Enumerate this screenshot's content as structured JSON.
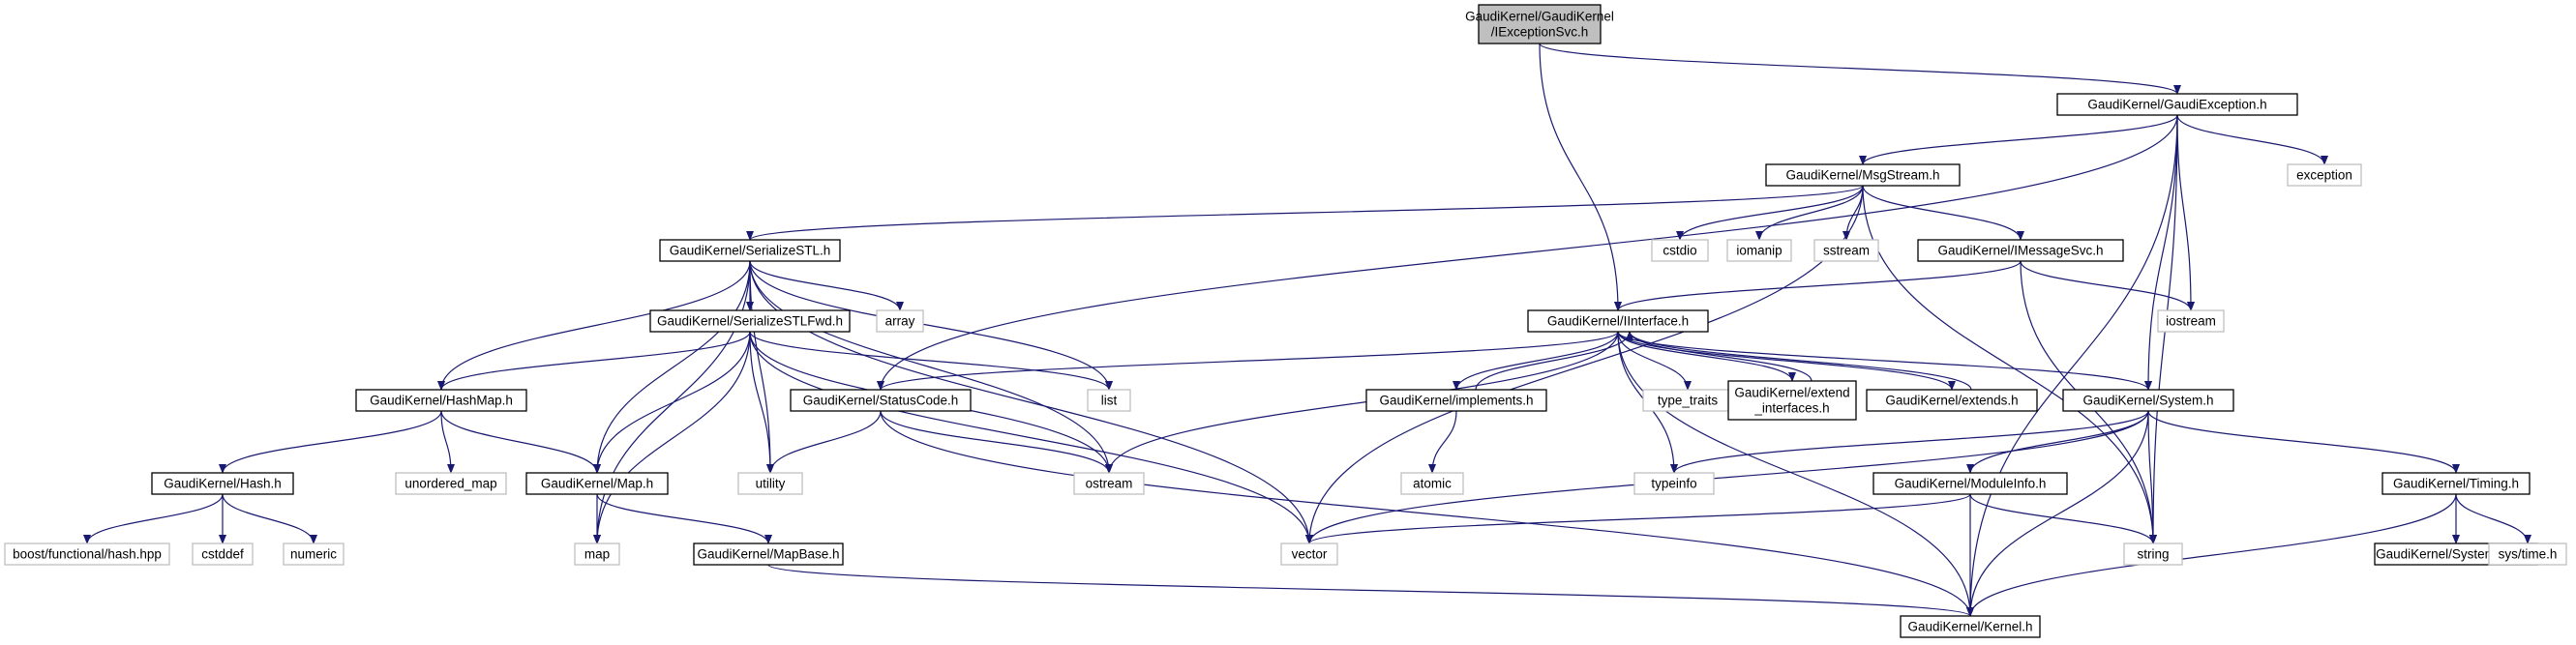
{
  "graph": {
    "title": "",
    "edge_color": "#191970",
    "root_fill": "#bfbfbf",
    "nodes": [
      {
        "id": "root",
        "lines": [
          "GaudiKernel/GaudiKernel",
          "/IExceptionSvc.h"
        ],
        "kind": "root"
      },
      {
        "id": "gexc",
        "lines": [
          "GaudiKernel/GaudiException.h"
        ],
        "kind": "doc"
      },
      {
        "id": "iint",
        "lines": [
          "GaudiKernel/IInterface.h"
        ],
        "kind": "doc"
      },
      {
        "id": "msgs",
        "lines": [
          "GaudiKernel/MsgStream.h"
        ],
        "kind": "doc"
      },
      {
        "id": "exception",
        "lines": [
          "exception"
        ],
        "kind": "sys"
      },
      {
        "id": "ser",
        "lines": [
          "GaudiKernel/SerializeSTL.h"
        ],
        "kind": "doc"
      },
      {
        "id": "cstdio",
        "lines": [
          "cstdio"
        ],
        "kind": "sys"
      },
      {
        "id": "iomanip",
        "lines": [
          "iomanip"
        ],
        "kind": "sys"
      },
      {
        "id": "sstream",
        "lines": [
          "sstream"
        ],
        "kind": "sys"
      },
      {
        "id": "imsg",
        "lines": [
          "GaudiKernel/IMessageSvc.h"
        ],
        "kind": "doc"
      },
      {
        "id": "iostream",
        "lines": [
          "iostream"
        ],
        "kind": "sys"
      },
      {
        "id": "array",
        "lines": [
          "array"
        ],
        "kind": "sys"
      },
      {
        "id": "serfwd",
        "lines": [
          "GaudiKernel/SerializeSTLFwd.h"
        ],
        "kind": "doc"
      },
      {
        "id": "list",
        "lines": [
          "list"
        ],
        "kind": "sys"
      },
      {
        "id": "hashmap",
        "lines": [
          "GaudiKernel/HashMap.h"
        ],
        "kind": "doc"
      },
      {
        "id": "status",
        "lines": [
          "GaudiKernel/StatusCode.h"
        ],
        "kind": "doc"
      },
      {
        "id": "impl",
        "lines": [
          "GaudiKernel/implements.h"
        ],
        "kind": "doc"
      },
      {
        "id": "typetraits",
        "lines": [
          "type_traits"
        ],
        "kind": "sys"
      },
      {
        "id": "extif",
        "lines": [
          "GaudiKernel/extend",
          "_interfaces.h"
        ],
        "kind": "doc"
      },
      {
        "id": "extends",
        "lines": [
          "GaudiKernel/extends.h"
        ],
        "kind": "doc"
      },
      {
        "id": "system",
        "lines": [
          "GaudiKernel/System.h"
        ],
        "kind": "doc"
      },
      {
        "id": "hash",
        "lines": [
          "GaudiKernel/Hash.h"
        ],
        "kind": "doc"
      },
      {
        "id": "umap",
        "lines": [
          "unordered_map"
        ],
        "kind": "sys"
      },
      {
        "id": "mapH",
        "lines": [
          "GaudiKernel/Map.h"
        ],
        "kind": "doc"
      },
      {
        "id": "utility",
        "lines": [
          "utility"
        ],
        "kind": "sys"
      },
      {
        "id": "ostream",
        "lines": [
          "ostream"
        ],
        "kind": "sys"
      },
      {
        "id": "atomic",
        "lines": [
          "atomic"
        ],
        "kind": "sys"
      },
      {
        "id": "typeinfo",
        "lines": [
          "typeinfo"
        ],
        "kind": "sys"
      },
      {
        "id": "modinfo",
        "lines": [
          "GaudiKernel/ModuleInfo.h"
        ],
        "kind": "doc"
      },
      {
        "id": "timing",
        "lines": [
          "GaudiKernel/Timing.h"
        ],
        "kind": "doc"
      },
      {
        "id": "boosthash",
        "lines": [
          "boost/functional/hash.hpp"
        ],
        "kind": "sys"
      },
      {
        "id": "cstddef",
        "lines": [
          "cstddef"
        ],
        "kind": "sys"
      },
      {
        "id": "numeric",
        "lines": [
          "numeric"
        ],
        "kind": "sys"
      },
      {
        "id": "map",
        "lines": [
          "map"
        ],
        "kind": "sys"
      },
      {
        "id": "mapbase",
        "lines": [
          "GaudiKernel/MapBase.h"
        ],
        "kind": "doc"
      },
      {
        "id": "vector",
        "lines": [
          "vector"
        ],
        "kind": "sys"
      },
      {
        "id": "string",
        "lines": [
          "string"
        ],
        "kind": "sys"
      },
      {
        "id": "sysbase",
        "lines": [
          "GaudiKernel/SystemBase.h"
        ],
        "kind": "doc"
      },
      {
        "id": "systime",
        "lines": [
          "sys/time.h"
        ],
        "kind": "sys"
      },
      {
        "id": "kernel",
        "lines": [
          "GaudiKernel/Kernel.h"
        ],
        "kind": "doc"
      }
    ],
    "edges": [
      [
        "root",
        "gexc"
      ],
      [
        "root",
        "iint"
      ],
      [
        "gexc",
        "msgs"
      ],
      [
        "gexc",
        "exception"
      ],
      [
        "gexc",
        "iostream"
      ],
      [
        "gexc",
        "string"
      ],
      [
        "gexc",
        "status"
      ],
      [
        "gexc",
        "system"
      ],
      [
        "gexc",
        "kernel"
      ],
      [
        "msgs",
        "ser"
      ],
      [
        "msgs",
        "cstdio"
      ],
      [
        "msgs",
        "iomanip"
      ],
      [
        "msgs",
        "sstream"
      ],
      [
        "msgs",
        "imsg"
      ],
      [
        "msgs",
        "vector"
      ],
      [
        "msgs",
        "string"
      ],
      [
        "ser",
        "array"
      ],
      [
        "ser",
        "serfwd"
      ],
      [
        "ser",
        "list"
      ],
      [
        "ser",
        "hashmap"
      ],
      [
        "ser",
        "mapH"
      ],
      [
        "ser",
        "map"
      ],
      [
        "ser",
        "utility"
      ],
      [
        "ser",
        "ostream"
      ],
      [
        "ser",
        "vector"
      ],
      [
        "serfwd",
        "list"
      ],
      [
        "serfwd",
        "hashmap"
      ],
      [
        "serfwd",
        "mapH"
      ],
      [
        "serfwd",
        "map"
      ],
      [
        "serfwd",
        "utility"
      ],
      [
        "serfwd",
        "ostream"
      ],
      [
        "serfwd",
        "vector"
      ],
      [
        "imsg",
        "iint"
      ],
      [
        "imsg",
        "iostream"
      ],
      [
        "imsg",
        "string"
      ],
      [
        "iint",
        "status"
      ],
      [
        "iint",
        "impl"
      ],
      [
        "iint",
        "typetraits"
      ],
      [
        "iint",
        "extif"
      ],
      [
        "iint",
        "extends"
      ],
      [
        "iint",
        "system"
      ],
      [
        "iint",
        "ostream"
      ],
      [
        "iint",
        "typeinfo"
      ],
      [
        "iint",
        "kernel"
      ],
      [
        "impl",
        "iint"
      ],
      [
        "impl",
        "atomic"
      ],
      [
        "extif",
        "iint"
      ],
      [
        "extends",
        "iint"
      ],
      [
        "hashmap",
        "hash"
      ],
      [
        "hashmap",
        "umap"
      ],
      [
        "hashmap",
        "mapH"
      ],
      [
        "hash",
        "boosthash"
      ],
      [
        "hash",
        "cstddef"
      ],
      [
        "hash",
        "numeric"
      ],
      [
        "mapH",
        "map"
      ],
      [
        "mapH",
        "mapbase"
      ],
      [
        "mapbase",
        "kernel"
      ],
      [
        "status",
        "utility"
      ],
      [
        "status",
        "ostream"
      ],
      [
        "status",
        "kernel"
      ],
      [
        "system",
        "typeinfo"
      ],
      [
        "system",
        "modinfo"
      ],
      [
        "system",
        "timing"
      ],
      [
        "system",
        "vector"
      ],
      [
        "system",
        "string"
      ],
      [
        "system",
        "kernel"
      ],
      [
        "modinfo",
        "vector"
      ],
      [
        "modinfo",
        "string"
      ],
      [
        "modinfo",
        "kernel"
      ],
      [
        "timing",
        "sysbase"
      ],
      [
        "timing",
        "systime"
      ],
      [
        "timing",
        "kernel"
      ]
    ]
  }
}
